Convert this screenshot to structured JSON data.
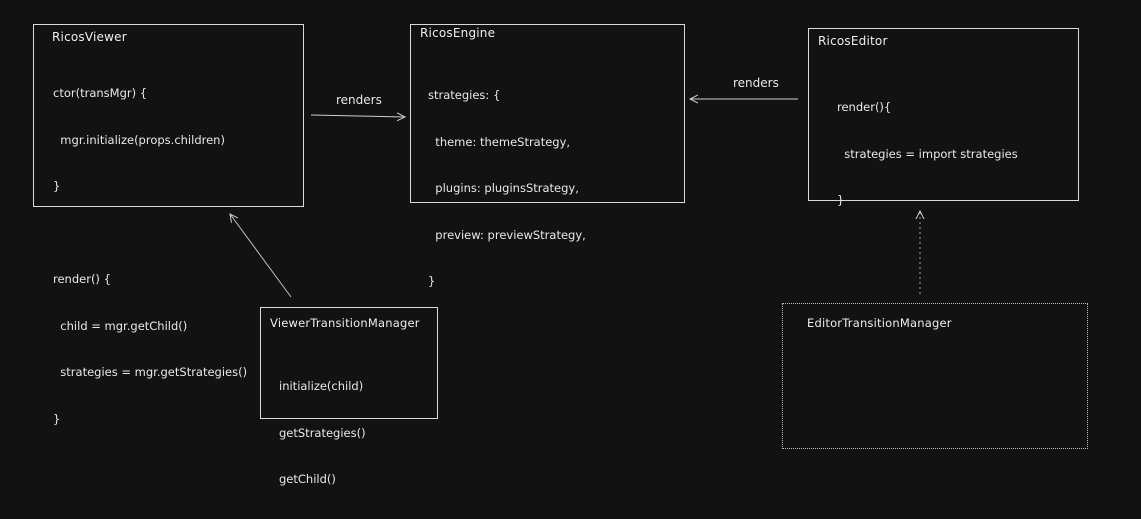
{
  "nodes": {
    "viewer": {
      "title": "RicosViewer",
      "lines": [
        "ctor(transMgr) {",
        "  mgr.initialize(props.children)",
        "}",
        "",
        "render() {",
        "  child = mgr.getChild()",
        "  strategies = mgr.getStrategies()",
        "}"
      ]
    },
    "engine": {
      "title": "RicosEngine",
      "lines": [
        "strategies: {",
        "  theme: themeStrategy,",
        "  plugins: pluginsStrategy,",
        "  preview: previewStrategy,",
        "}"
      ]
    },
    "editor": {
      "title": "RicosEditor",
      "lines": [
        "render(){",
        "  strategies = import strategies",
        "}"
      ]
    },
    "viewer_tm": {
      "title": "ViewerTransitionManager",
      "lines": [
        "initialize(child)",
        "getStrategies()",
        "getChild()"
      ]
    },
    "editor_tm": {
      "title": "EditorTransitionManager",
      "lines": []
    }
  },
  "edges": {
    "viewer_to_engine": {
      "label": "renders"
    },
    "editor_to_engine": {
      "label": "renders"
    }
  },
  "colors": {
    "background": "#121212",
    "stroke": "#d9d9d9",
    "text": "#e8e8e8"
  }
}
